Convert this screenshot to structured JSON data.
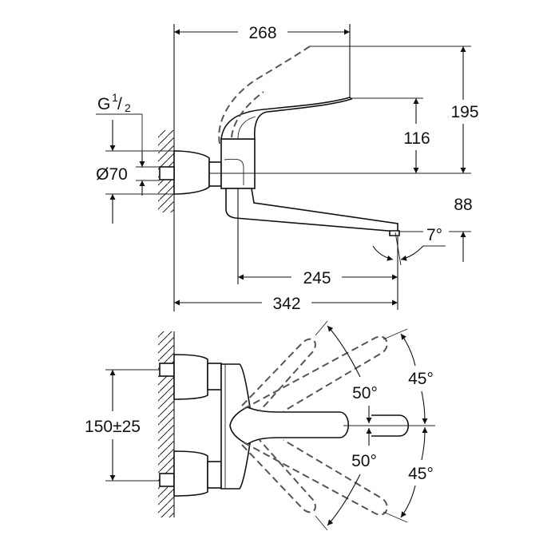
{
  "drawing": {
    "title": "Wall-mounted faucet dimension drawing",
    "side_view": {
      "thread_label": "G",
      "thread_num": "1",
      "thread_den": "2",
      "diameter": "Ø70",
      "width_top": "268",
      "height_total": "195",
      "height_lever": "116",
      "height_spout": "88",
      "spout_angle": "7°",
      "spout_reach": "245",
      "overall_length": "342"
    },
    "top_view": {
      "inlet_spacing": "150±25",
      "lever_angle_up": "50°",
      "lever_angle_down": "50°",
      "spout_angle_up": "45°",
      "spout_angle_down": "45°"
    }
  }
}
